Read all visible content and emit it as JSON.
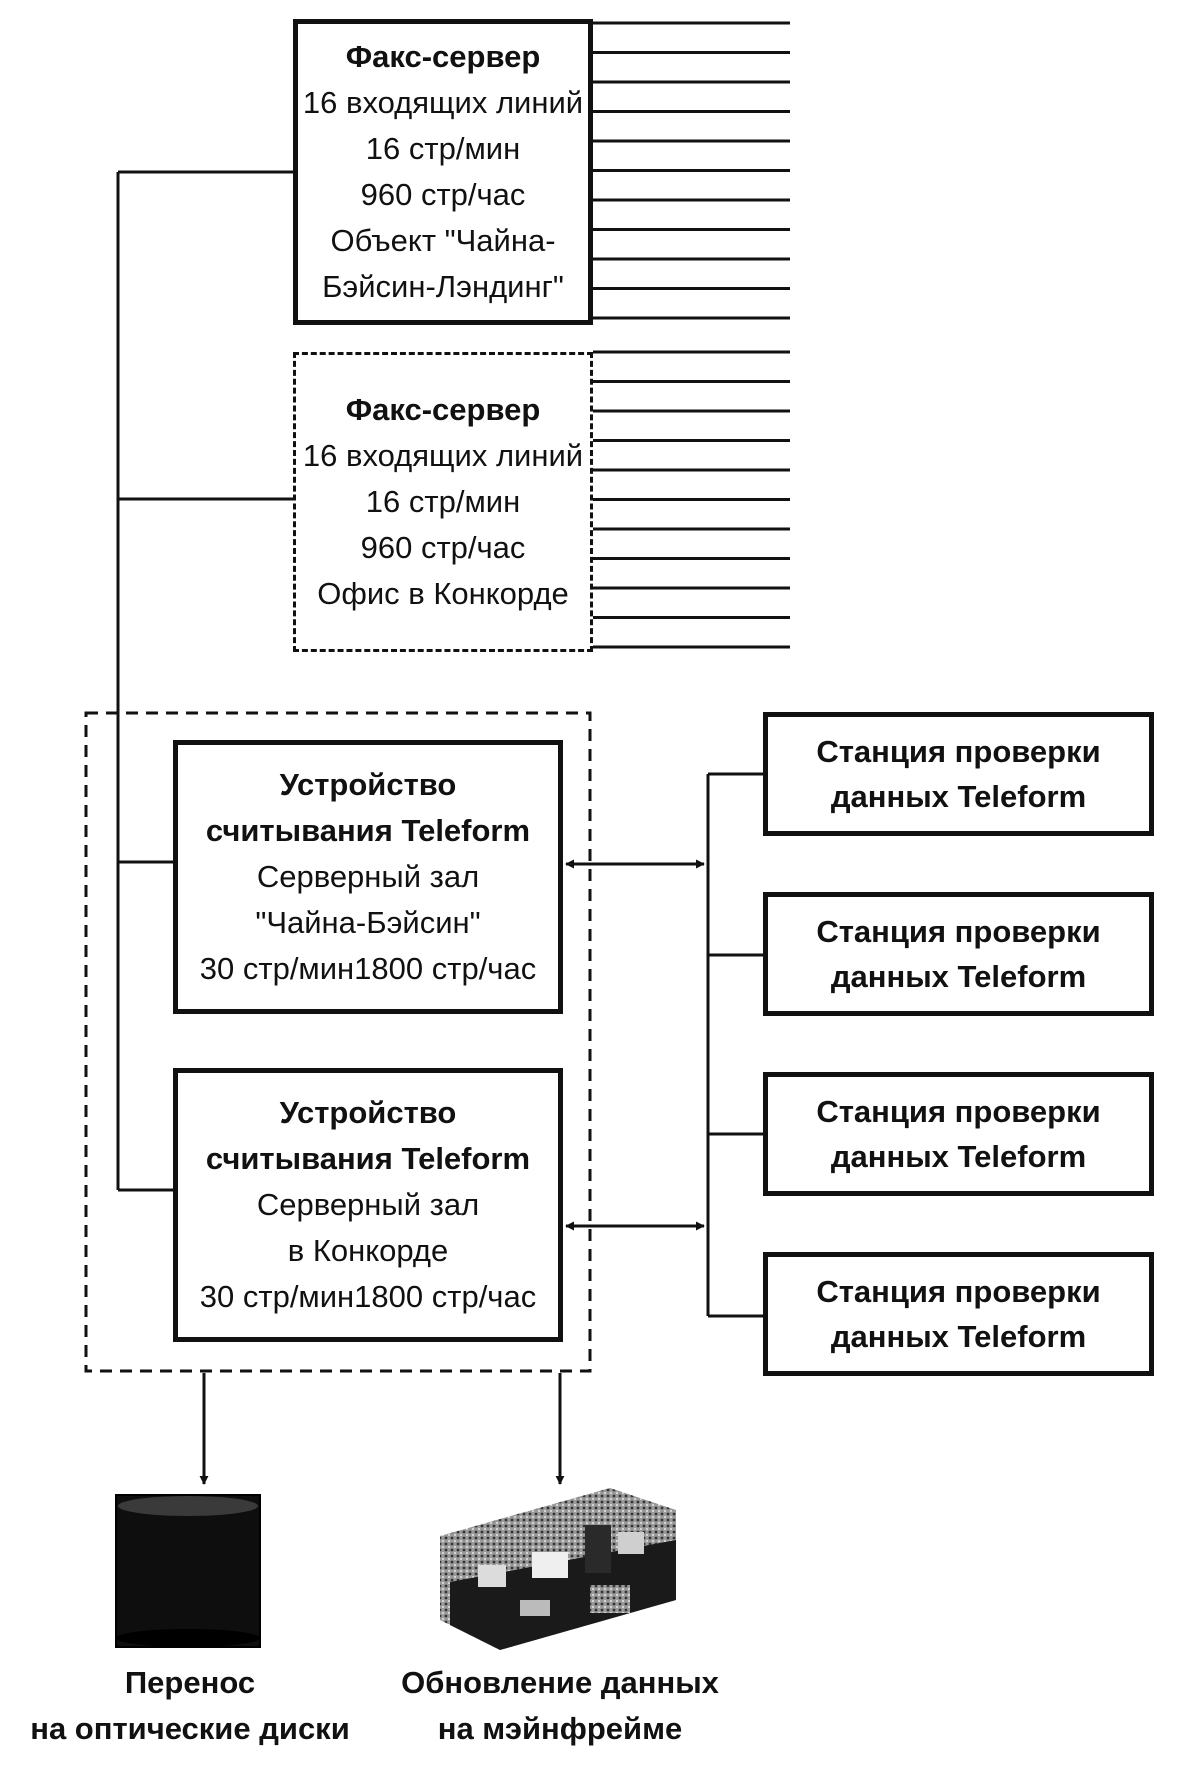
{
  "fax_server_1": {
    "lines": [
      "Факс-сервер",
      "16 входящих линий",
      "16 стр/мин",
      "960 стр/час",
      "Объект \"Чайна-",
      "Бэйсин-Лэндинг\""
    ]
  },
  "fax_server_2": {
    "lines": [
      "Факс-сервер",
      "16 входящих линий",
      "16 стр/мин",
      "960 стр/час",
      "Офис в Конкорде"
    ]
  },
  "reader_1": {
    "lines": [
      "Устройство",
      "считывания Teleform",
      "Серверный зал",
      "\"Чайна-Бэйсин\"",
      "30 стр/мин1800 стр/час"
    ]
  },
  "reader_2": {
    "lines": [
      "Устройство",
      "считывания Teleform",
      "Серверный зал",
      "в Конкорде",
      "30 стр/мин1800 стр/час"
    ]
  },
  "stations": [
    {
      "lines": [
        "Станция проверки",
        "данных Teleform"
      ]
    },
    {
      "lines": [
        "Станция проверки",
        "данных Teleform"
      ]
    },
    {
      "lines": [
        "Станция проверки",
        "данных Teleform"
      ]
    },
    {
      "lines": [
        "Станция проверки",
        "данных Teleform"
      ]
    }
  ],
  "optical_caption": {
    "lines": [
      "Перенос",
      "на оптические диски"
    ]
  },
  "mainframe_caption": {
    "lines": [
      "Обновление данных",
      "на мэйнфрейме"
    ]
  },
  "icons": {
    "optical": "optical-disk-icon",
    "mainframe": "mainframe-icon"
  },
  "colors": {
    "ink": "#111111",
    "background": "#ffffff"
  }
}
